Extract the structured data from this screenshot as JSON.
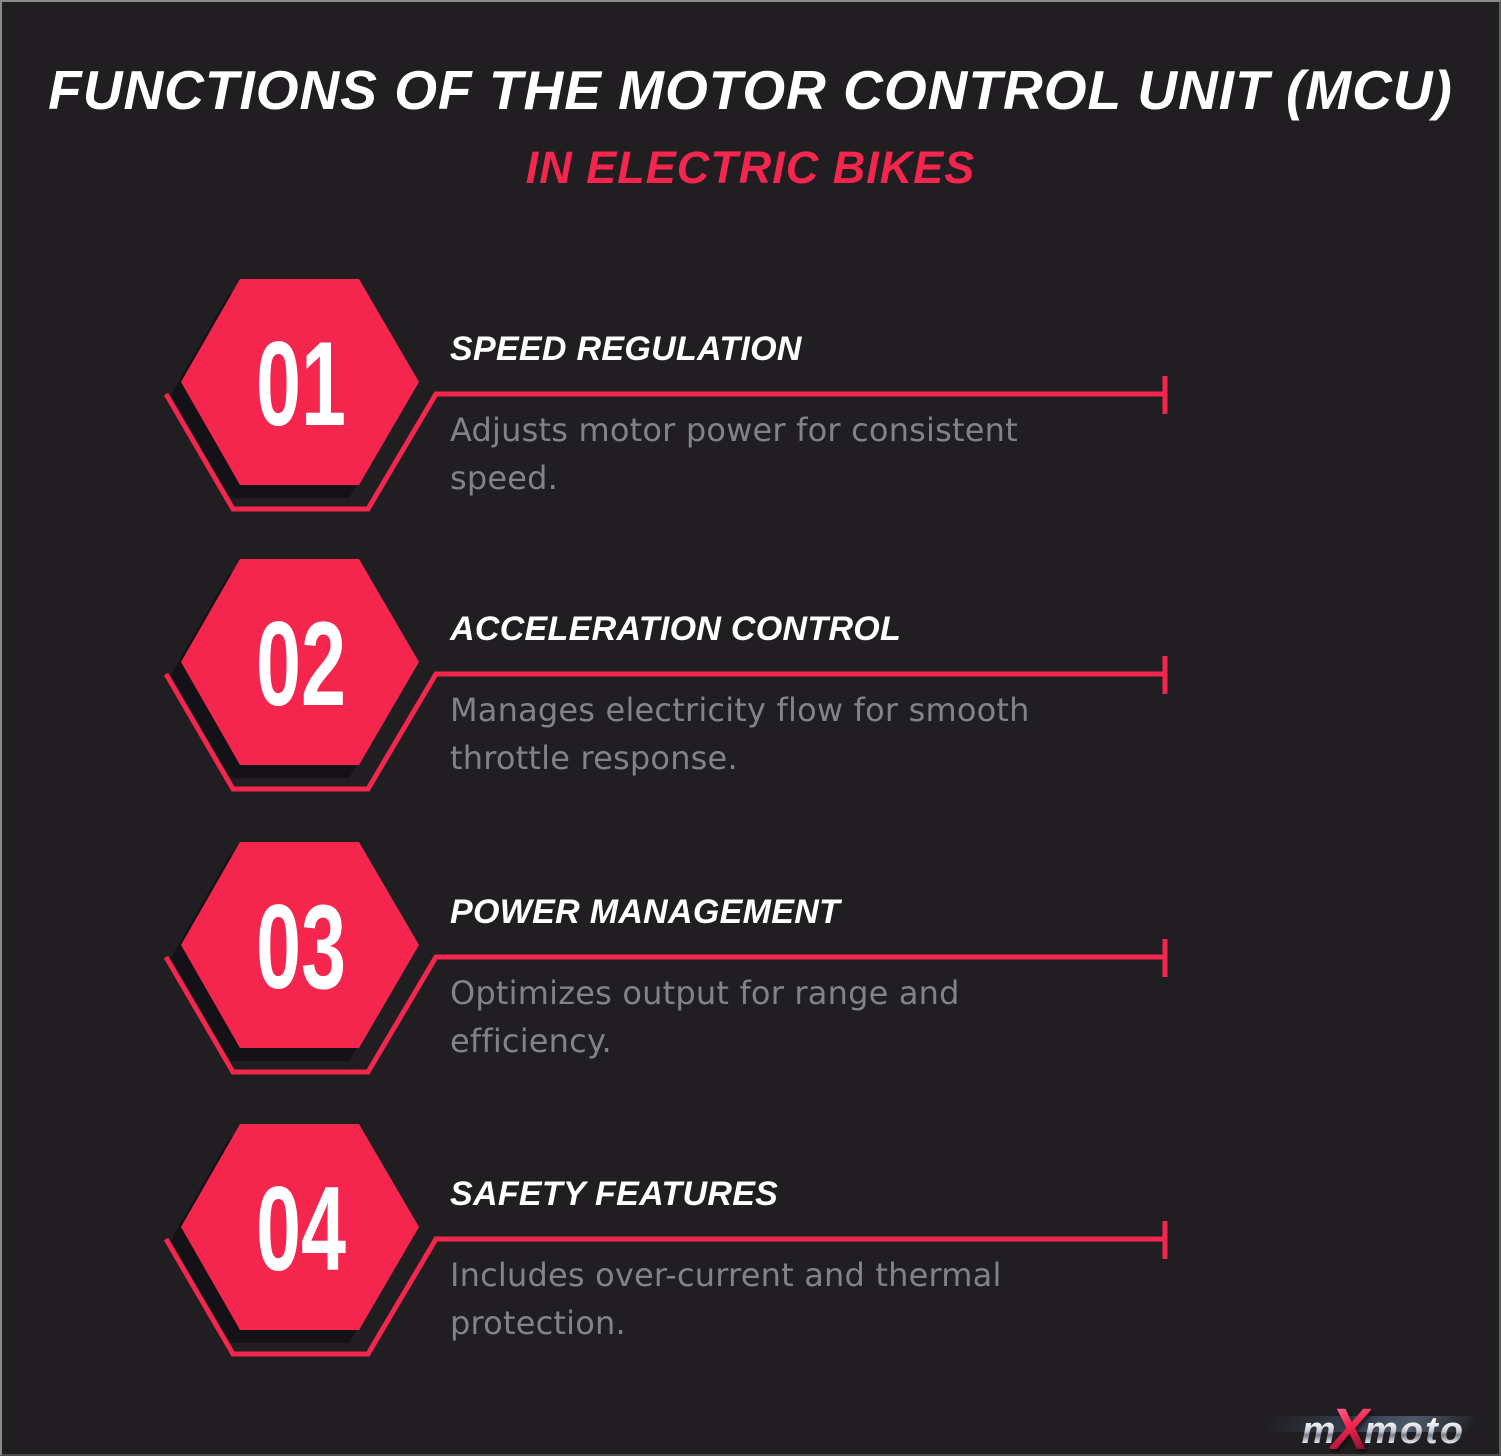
{
  "colors": {
    "background": "#201e21",
    "accent": "#f4264d",
    "title_text": "#ffffff",
    "description_text": "#82828a",
    "hexagon_shadow": "#141117"
  },
  "header": {
    "title": "FUNCTIONS OF THE MOTOR CONTROL UNIT (MCU)",
    "subtitle": "IN ELECTRIC BIKES"
  },
  "items": [
    {
      "number": "01",
      "title": "SPEED REGULATION",
      "description": "Adjusts motor power for consistent speed."
    },
    {
      "number": "02",
      "title": "ACCELERATION CONTROL",
      "description": "Manages electricity flow for smooth throttle response."
    },
    {
      "number": "03",
      "title": "POWER MANAGEMENT",
      "description": "Optimizes output for range and efficiency."
    },
    {
      "number": "04",
      "title": "SAFETY FEATURES",
      "description": "Includes over-current and thermal protection."
    }
  ],
  "logo": {
    "part1": "m",
    "x": "X",
    "part2": "moto"
  }
}
